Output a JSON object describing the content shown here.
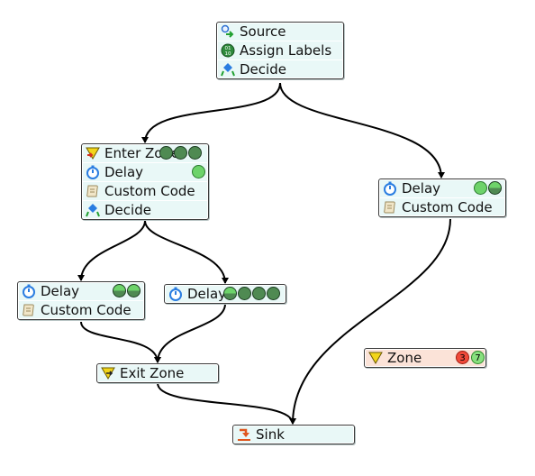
{
  "colors": {
    "block_fill": "#e9f8f7",
    "zone_fill": "#fbe3d8",
    "token_dark": "#4f8a52",
    "token_light": "#6dd36a",
    "badge_red": "#f04a3a",
    "badge_green": "#88e07e"
  },
  "blocks": {
    "source": {
      "rows": [
        {
          "label": "Source",
          "icon": "source-icon"
        },
        {
          "label": "Assign Labels",
          "icon": "assign-labels-icon"
        },
        {
          "label": "Decide",
          "icon": "decide-icon"
        }
      ]
    },
    "enter_zone": {
      "rows": [
        {
          "label": "Enter Zone",
          "icon": "enter-zone-icon",
          "tokens": [
            "dark",
            "dark",
            "dark"
          ]
        },
        {
          "label": "Delay",
          "icon": "delay-icon",
          "tokens": [
            "light"
          ]
        },
        {
          "label": "Custom Code",
          "icon": "custom-code-icon"
        },
        {
          "label": "Decide",
          "icon": "decide-icon"
        }
      ]
    },
    "right_delay": {
      "rows": [
        {
          "label": "Delay",
          "icon": "delay-icon",
          "tokens": [
            "light",
            "half"
          ]
        },
        {
          "label": "Custom Code",
          "icon": "custom-code-icon"
        }
      ]
    },
    "left_delay": {
      "rows": [
        {
          "label": "Delay",
          "icon": "delay-icon",
          "tokens": [
            "half",
            "half"
          ]
        },
        {
          "label": "Custom Code",
          "icon": "custom-code-icon"
        }
      ]
    },
    "mid_delay": {
      "rows": [
        {
          "label": "Delay",
          "icon": "delay-icon",
          "tokens": [
            "half",
            "dark",
            "dark",
            "dark"
          ]
        }
      ]
    },
    "exit_zone": {
      "rows": [
        {
          "label": "Exit Zone",
          "icon": "exit-zone-icon"
        }
      ]
    },
    "zone": {
      "rows": [
        {
          "label": "Zone",
          "icon": "zone-icon"
        }
      ],
      "badges": {
        "red": "3",
        "green": "7"
      }
    },
    "sink": {
      "rows": [
        {
          "label": "Sink",
          "icon": "sink-icon"
        }
      ]
    }
  }
}
